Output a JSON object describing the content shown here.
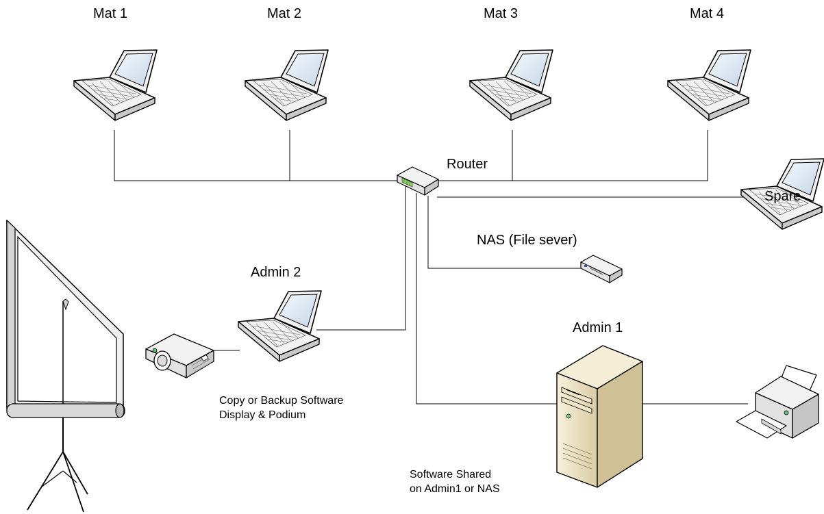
{
  "nodes": {
    "mat1": "Mat 1",
    "mat2": "Mat 2",
    "mat3": "Mat 3",
    "mat4": "Mat 4",
    "router": "Router",
    "spare": "Spare",
    "nas": "NAS (File sever)",
    "admin2": "Admin 2",
    "admin1": "Admin 1"
  },
  "notes": {
    "admin2_line1": "Copy or Backup Software",
    "admin2_line2": "Display & Podium",
    "shared_line1": "Software Shared",
    "shared_line2": "on Admin1 or NAS"
  },
  "icons": [
    "laptop-icon",
    "router-icon",
    "nas-icon",
    "projector-icon",
    "projection-screen-icon",
    "server-tower-icon",
    "printer-icon"
  ],
  "colors": {
    "line": "#000000",
    "laptop_screen": "#dfe9f5",
    "device_body": "#f2f2f2",
    "server_body": "#eee3c4",
    "router_accent": "#8fcf6a"
  }
}
